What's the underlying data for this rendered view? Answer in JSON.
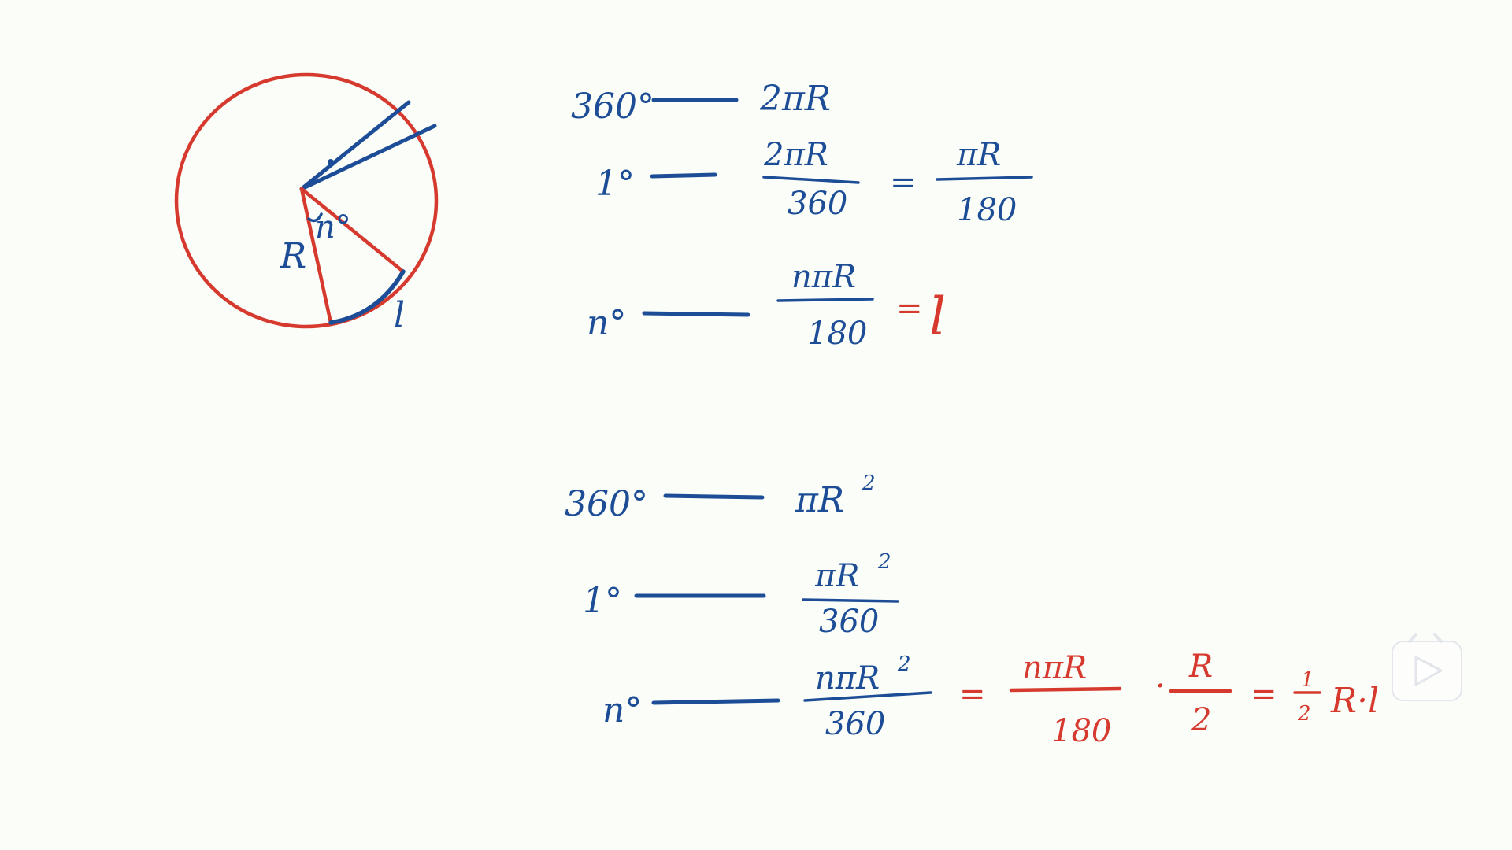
{
  "diagram": {
    "radius_label": "R",
    "angle_label": "n°",
    "arc_label": "l"
  },
  "arc_length": {
    "row1": {
      "left": "360°",
      "right": "2πR"
    },
    "row2": {
      "left": "1°",
      "frac1_num": "2πR",
      "frac1_den": "360",
      "eq": "=",
      "frac2_num": "πR",
      "frac2_den": "180"
    },
    "row3": {
      "left": "n°",
      "frac_num": "nπR",
      "frac_den": "180",
      "eq": "=",
      "result": "l"
    }
  },
  "sector_area": {
    "row1": {
      "left": "360°",
      "right": "πR",
      "right_sup": "2"
    },
    "row2": {
      "left": "1°",
      "frac_num": "πR",
      "frac_num_sup": "2",
      "frac_den": "360"
    },
    "row3": {
      "left": "n°",
      "frac_num": "nπR",
      "frac_num_sup": "2",
      "frac_den": "360",
      "eq1": "=",
      "frac2_num": "nπR",
      "frac2_den": "180",
      "dot": "·",
      "frac3_num": "R",
      "frac3_den": "2",
      "eq2": "=",
      "half_num": "1",
      "half_den": "2",
      "tail": "R·l"
    }
  },
  "colors": {
    "ink_blue": "#1c4d96",
    "ink_red": "#d63a2e",
    "background": "#fbfdf8"
  },
  "overlay": {
    "icon": "play-icon"
  }
}
